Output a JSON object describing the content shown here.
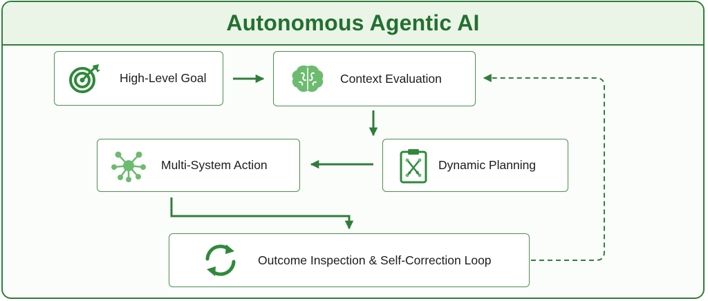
{
  "title": "Autonomous Agentic AI",
  "colors": {
    "accent": "#2f7d3a",
    "title": "#237030",
    "banner_bg": "#eaf4e7",
    "icon_fill": "#6cbb6f",
    "text": "#1c1c1c"
  },
  "nodes": {
    "goal": {
      "label": "High-Level Goal",
      "icon": "target-icon"
    },
    "context": {
      "label": "Context Evaluation",
      "icon": "brain-icon"
    },
    "planning": {
      "label": "Dynamic Planning",
      "icon": "clipboard-plan-icon"
    },
    "action": {
      "label": "Multi-System Action",
      "icon": "network-hub-icon"
    },
    "loop": {
      "label": "Outcome Inspection & Self-Correction Loop",
      "icon": "refresh-cycle-icon"
    }
  }
}
